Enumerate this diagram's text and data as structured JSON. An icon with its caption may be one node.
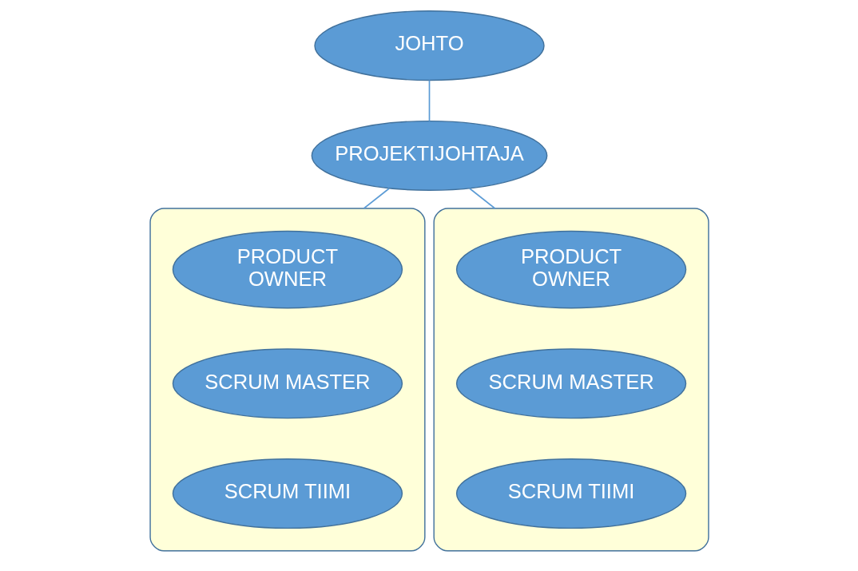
{
  "diagram": {
    "nodes": [
      {
        "text": [
          "JOHTO"
        ]
      },
      {
        "text": [
          "PROJEKTIJOHTAJA"
        ]
      },
      {
        "text": [],
        "shape": "box"
      },
      {
        "text": [
          "PRODUCT OWNER"
        ],
        "in": 2
      },
      {
        "text": [
          "SCRUM MASTER"
        ],
        "in": 2
      },
      {
        "text": [
          "SCRUM TIIMI"
        ],
        "in": 2
      },
      {
        "text": [],
        "shape": "box"
      },
      {
        "text": [
          "PRODUCT OWNER"
        ],
        "in": 6
      },
      {
        "text": [
          "SCRUM MASTER"
        ],
        "in": 6
      },
      {
        "text": [
          "SCRUM TIIMI"
        ],
        "in": 6
      }
    ],
    "edges": [
      {
        "from": 0,
        "to": 1,
        "arrow": "none"
      },
      {
        "from": 1,
        "to": 2,
        "arrow": "none"
      },
      {
        "from": 1,
        "to": 6,
        "arrow": "none"
      }
    ]
  }
}
